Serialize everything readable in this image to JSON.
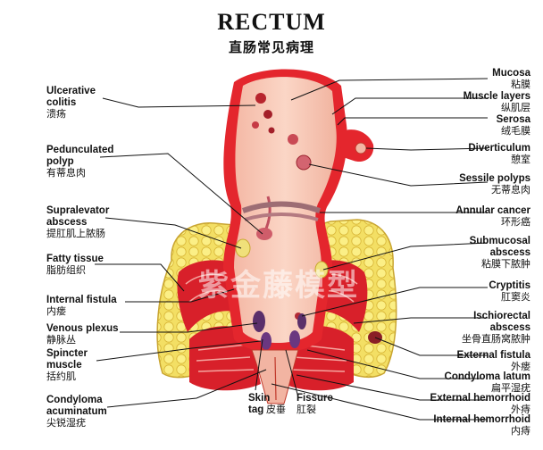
{
  "title": "RECTUM",
  "subtitle": "直肠常见病理",
  "watermark": "紫金藤模型",
  "labels": {
    "ulcerative": {
      "en": "Ulcerative\ncolitis",
      "zh": "溃疡"
    },
    "pedunculated": {
      "en": "Pedunculated\npolyp",
      "zh": "有蒂息肉"
    },
    "supralevator": {
      "en": "Supralevator\nabscess",
      "zh": "提肛肌上脓肠"
    },
    "fatty": {
      "en": "Fatty tissue",
      "zh": "脂肪组织"
    },
    "internal_fistula": {
      "en": "Internal fistula",
      "zh": "内瘘"
    },
    "venous": {
      "en": "Venous plexus",
      "zh": "静脉丛"
    },
    "spincter": {
      "en": "Spincter\nmuscle",
      "zh": "括约肌"
    },
    "condyloma_acum": {
      "en": "Condyloma\nacuminatum",
      "zh": "尖锐湿疣"
    },
    "skin_tag": {
      "en": "Skin\ntag",
      "zh": "皮垂"
    },
    "fissure": {
      "en": "Fissure",
      "zh": "肛裂"
    },
    "mucosa": {
      "en": "Mucosa",
      "zh": "粘膜"
    },
    "muscle_layers": {
      "en": "Muscle layers",
      "zh": "纵肌层"
    },
    "serosa": {
      "en": "Serosa",
      "zh": "绒毛膜"
    },
    "diverticulum": {
      "en": "Diverticulum",
      "zh": "憩室"
    },
    "sessile": {
      "en": "Sessile polyps",
      "zh": "无蒂息肉"
    },
    "annular": {
      "en": "Annular cancer",
      "zh": "环形癌"
    },
    "submucosal": {
      "en": "Submucosal\nabscess",
      "zh": "粘膜下脓肿"
    },
    "cryptitis": {
      "en": "Cryptitis",
      "zh": "肛窦炎"
    },
    "ischiorectal": {
      "en": "Ischiorectal\nabscess",
      "zh": "坐骨直肠窝脓肿"
    },
    "external_fistula": {
      "en": "External fistula",
      "zh": "外瘘"
    },
    "condyloma_latum": {
      "en": "Condyloma latum",
      "zh": "扁平湿疣"
    },
    "external_hem": {
      "en": "External hemorrhoid",
      "zh": "外痔"
    },
    "internal_hem": {
      "en": "Internal hemorrhoid",
      "zh": "内痔"
    }
  }
}
